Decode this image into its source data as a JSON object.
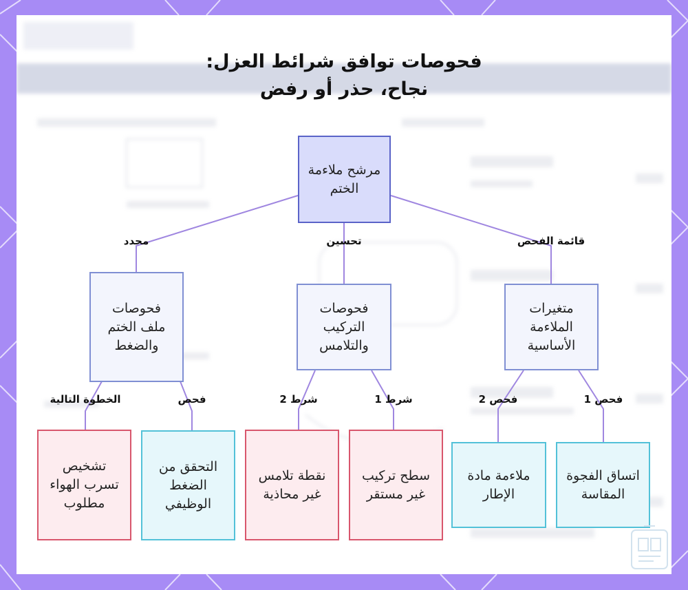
{
  "title": {
    "line1": "فحوصات توافق شرائط العزل:",
    "line2": "نجاح، حذر أو رفض"
  },
  "nodes": {
    "root": "مرشح ملاءمة الختم",
    "seal_pressure": "فحوصات ملف الختم والضغط",
    "installation": "فحوصات التركيب والتلامس",
    "basic_fit": "متغيرات الملاءمة الأساسية",
    "air_leak": "تشخيص تسرب الهواء مطلوب",
    "functional_pressure": "التحقق من الضغط الوظيفي",
    "misaligned_contact": "نقطة تلامس غير محاذية",
    "unstable_surface": "سطح تركيب غير مستقر",
    "frame_material": "ملاءمة مادة الإطار",
    "gap_consistency": "اتساق الفجوة المقاسة"
  },
  "edges": {
    "specific": "محدد",
    "improve": "تحسين",
    "checklist": "قائمة الفحص",
    "next_step": "الخطوة التالية",
    "check": "فحص",
    "condition_2": "شرط 2",
    "condition_1": "شرط 1",
    "check_2": "فحص 2",
    "check_1": "فحص 1"
  },
  "colors": {
    "background": "#a78bf5",
    "panel": "#ffffff",
    "connector": "#9f86e0",
    "root_fill": "#d9dcfb",
    "root_border": "#5a63c8",
    "mid_fill": "#f3f5fd",
    "mid_border": "#7f8fd3",
    "red_fill": "#fdecef",
    "red_border": "#d8566c",
    "cyan_fill": "#e6f7fb",
    "cyan_border": "#52c1d8"
  }
}
